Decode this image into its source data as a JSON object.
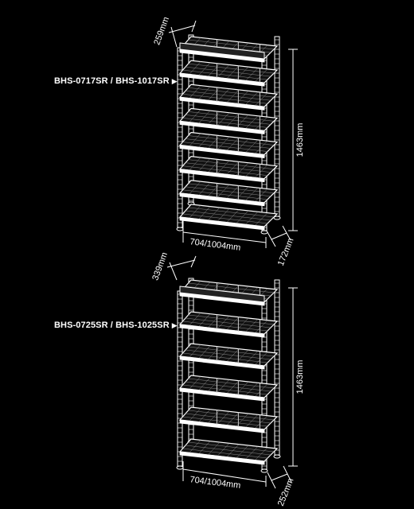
{
  "products": [
    {
      "model": "BHS-0717SR / BHS-1017SR",
      "arrow": "▶",
      "width": "704/1004mm",
      "depth": "172mm",
      "height": "1463mm",
      "top_depth": "259mm",
      "shelves": 8
    },
    {
      "model": "BHS-0725SR / BHS-1025SR",
      "arrow": "▶",
      "width": "704/1004mm",
      "depth": "252mm",
      "height": "1463mm",
      "top_depth": "339mm",
      "shelves": 6
    }
  ]
}
